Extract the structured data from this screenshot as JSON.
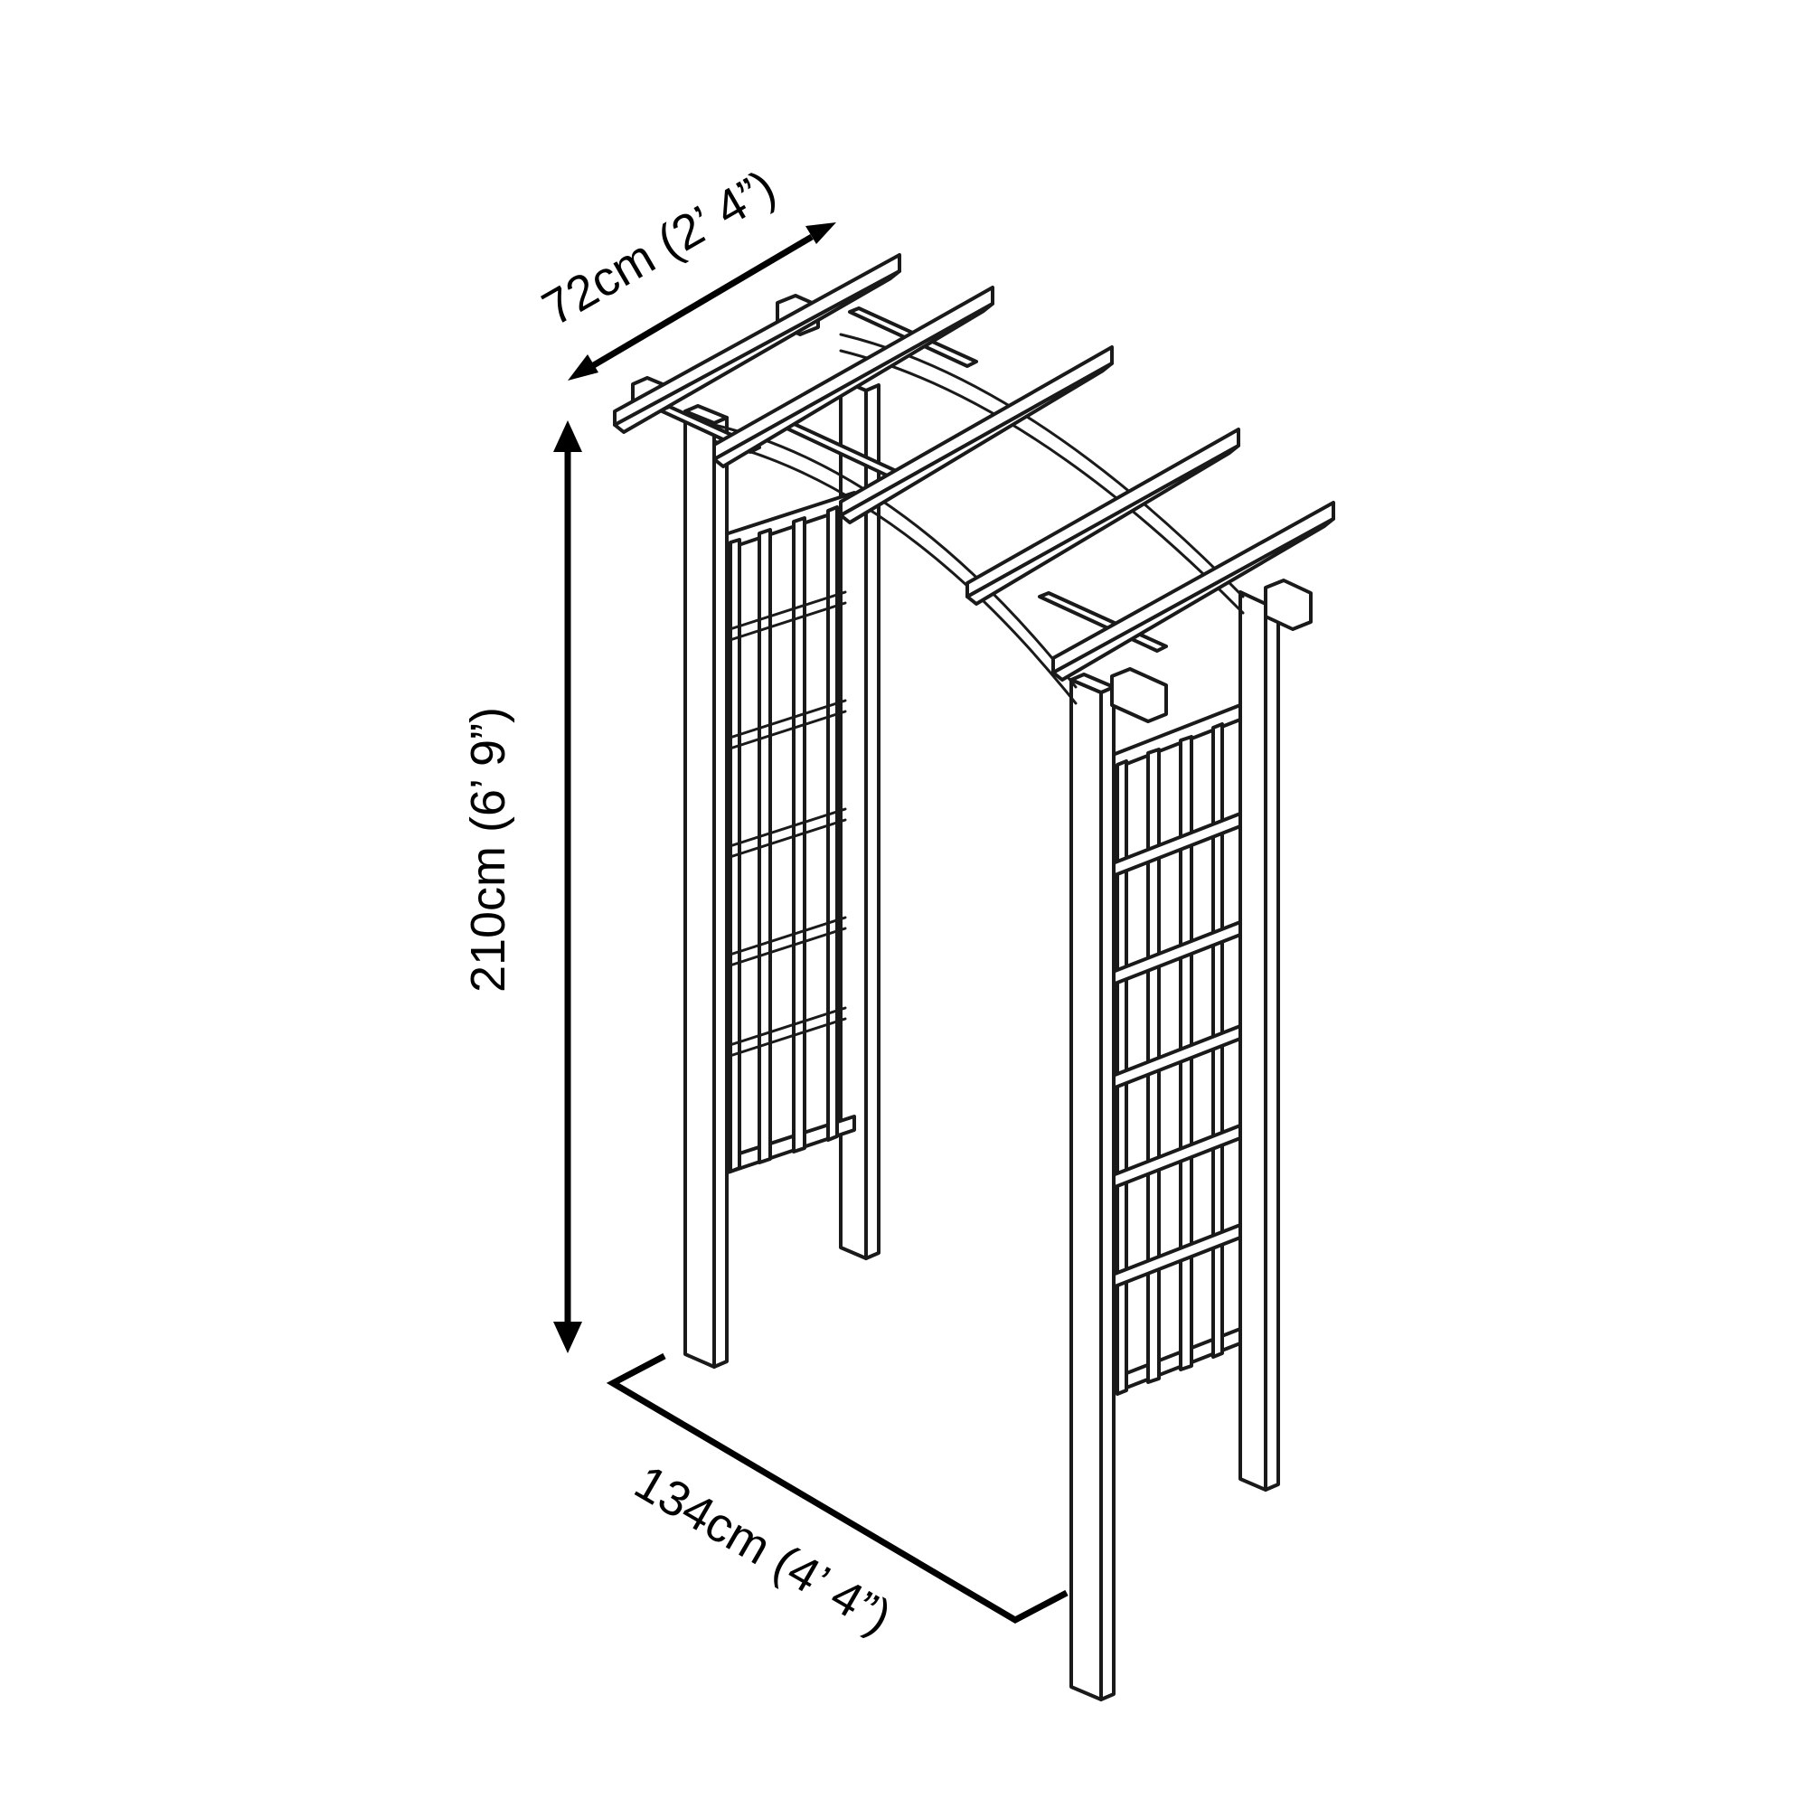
{
  "dimensions": {
    "depth": "72cm (2’ 4”)",
    "height": "210cm (6’ 9”)",
    "width": "134cm (4’ 4”)"
  },
  "colors": {
    "line": "#1a1a1a",
    "background": "#ffffff"
  }
}
